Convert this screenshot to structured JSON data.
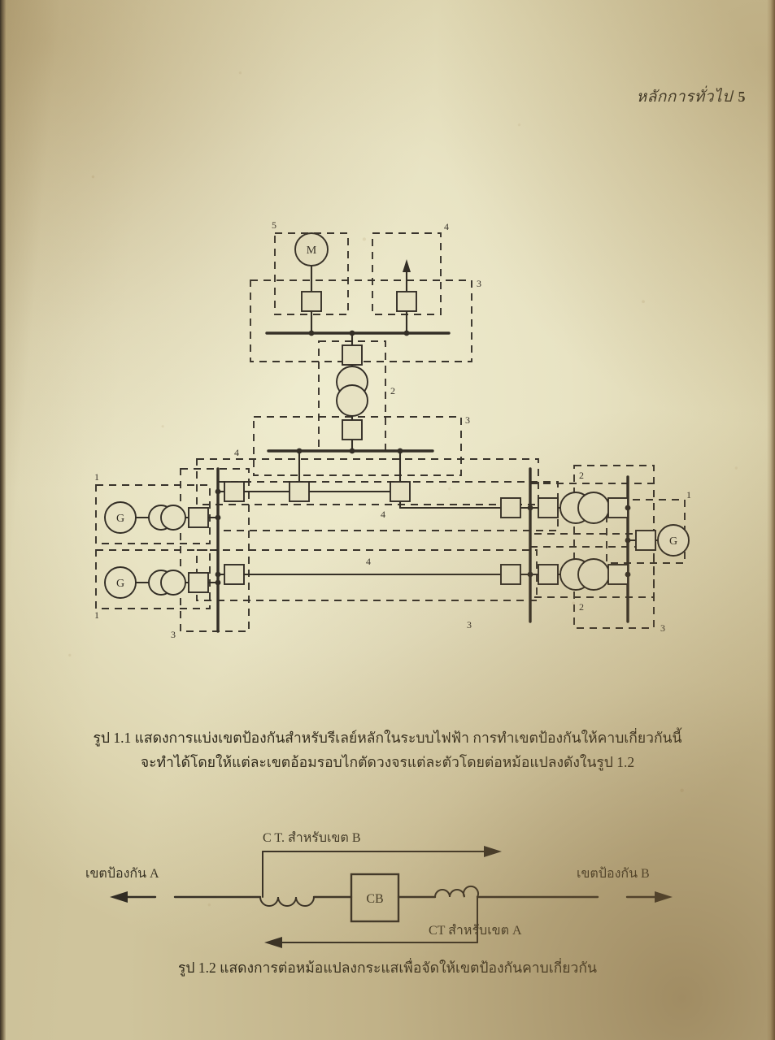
{
  "page": {
    "running_head": "หลักการทั่วไป",
    "page_number": "5"
  },
  "figure_1_1": {
    "caption_line_1": "รูป 1.1 แสดงการแบ่งเขตป้องกันสำหรับรีเลย์หลักในระบบไฟฟ้า  การทำเขตป้องกันให้คาบเกี่ยวกันนี้",
    "caption_line_2": "จะทำได้โดยให้แต่ละเขตอ้อมรอบไกตัดวงจรแต่ละตัวโดยต่อหม้อแปลงดังในรูป 1.2",
    "device_labels": {
      "motor": "M",
      "generator": "G"
    },
    "zone_numbers": {
      "motor_zone": "5",
      "feeder_zone": "4",
      "bus_zone": "3",
      "transformer_zone": "2",
      "generator_zone": "1"
    },
    "zone_label_values": [
      "5",
      "4",
      "3",
      "2",
      "3",
      "4",
      "1",
      "3",
      "4",
      "1",
      "2",
      "1",
      "2",
      "3",
      "3",
      "4"
    ]
  },
  "figure_1_2": {
    "caption": "รูป 1.2 แสดงการต่อหม้อแปลงกระแสเพื่อจัดให้เขตป้องกันคาบเกี่ยวกัน",
    "label_zone_a": "เขตป้องกัน A",
    "label_zone_b": "เขตป้องกัน B",
    "label_ct_b": "C T. สำหรับเขต B",
    "label_ct_a": "CT  สำหรับเขต A",
    "label_cb": "CB"
  },
  "colors": {
    "paper": "#e9e4c8",
    "ink": "#25201a",
    "edge_shadow": "#5b5346"
  }
}
